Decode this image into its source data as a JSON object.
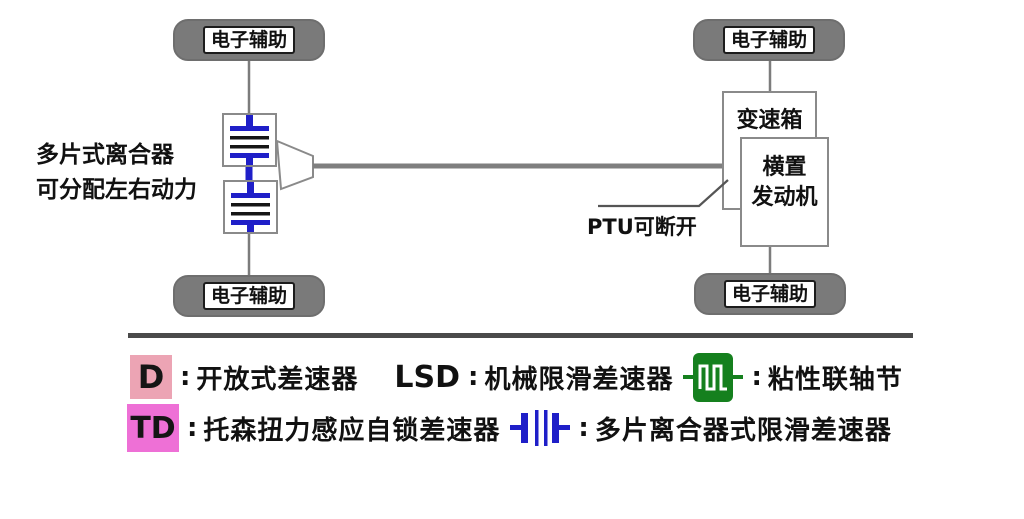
{
  "colors": {
    "blue": "#1f1fc8",
    "green": "#15801e",
    "pink-d": "#eca4b4",
    "pink-td": "#ee70d6",
    "tire": "#7a7a7a",
    "line": "#7c7c7c",
    "divider": "#4a4a4a"
  },
  "diagram": {
    "wheel_label": "电子辅助",
    "left_note_line1": "多片式离合器",
    "left_note_line2": "可分配左右动力",
    "gearbox_label": "变速箱",
    "engine_label_line1": "横置",
    "engine_label_line2": "发动机",
    "ptu_label": "PTU可断开"
  },
  "legend": {
    "colon": ":",
    "d_symbol": "D",
    "d_label": "开放式差速器",
    "lsd_symbol": "LSD",
    "lsd_label": "机械限滑差速器",
    "viscous_label": "粘性联轴节",
    "td_symbol": "TD",
    "td_label": "托森扭力感应自锁差速器",
    "clutch_label": "多片离合器式限滑差速器"
  }
}
